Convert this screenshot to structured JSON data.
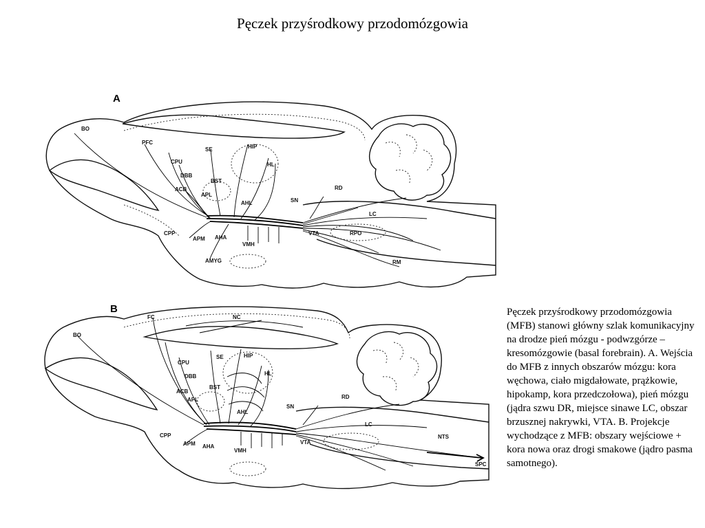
{
  "title": "Pęczek przyśrodkowy przodomózgowia",
  "caption": "Pęczek przyśrodkowy przodomózgowia (MFB) stanowi główny szlak komunikacyjny na drodze pień mózgu - podwzgórze – kresomózgowie (basal forebrain). A. Wejścia do MFB z innych obszarów mózgu: kora węchowa, ciało migdałowate, prążkowie, hipokamp, kora przedczołowa), pień mózgu (jądra szwu DR, miejsce sinawe LC, obszar brzusznej nakrywki, VTA. B. Projekcje wychodzące z MFB: obszary wejściowe + kora nowa oraz drogi smakowe (jądro pasma samotnego).",
  "panel_a": {
    "letter": "A",
    "labels": {
      "bo": "BO",
      "pfc": "PFC",
      "se": "SE",
      "hip": "HIP",
      "cpu": "CPU",
      "hl": "HL",
      "dbb": "DBB",
      "bst": "BST",
      "acb": "ACB",
      "apl": "APL",
      "ahl": "AHL",
      "sn": "SN",
      "rd": "RD",
      "lc": "LC",
      "cpp": "CPP",
      "apm": "APM",
      "aha": "AHA",
      "vta": "VTA",
      "rpo": "RPO",
      "vmh": "VMH",
      "amyg": "AMYG",
      "rm": "RM"
    }
  },
  "panel_b": {
    "letter": "B",
    "labels": {
      "fc": "FC",
      "nc": "NC",
      "bo": "BO",
      "cpu": "CPU",
      "se": "SE",
      "hip": "HIP",
      "dbb": "DBB",
      "bst": "BST",
      "hl": "HL",
      "acb": "ACB",
      "apl": "APL",
      "ahl": "AHL",
      "sn": "SN",
      "rd": "RD",
      "lc": "LC",
      "cpp": "CPP",
      "apm": "APM",
      "aha": "AHA",
      "vta": "VTA",
      "nts": "NTS",
      "vmh": "VMH",
      "spc": "SPC"
    }
  }
}
